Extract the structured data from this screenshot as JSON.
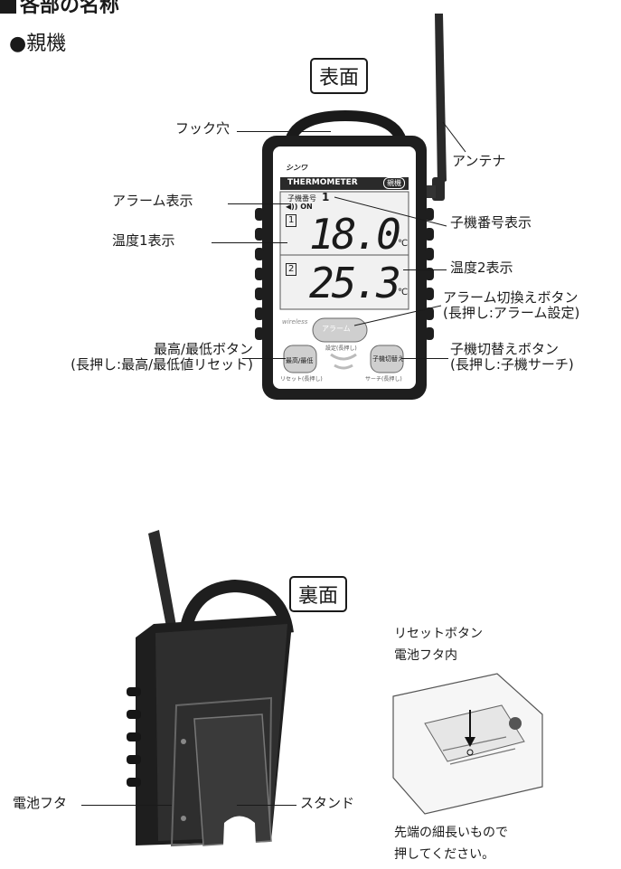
{
  "section": {
    "title": "各部の名称"
  },
  "parent_unit": {
    "title": "●親機"
  },
  "front": {
    "view_label": "表面",
    "device": {
      "brand": "シンワ",
      "model_text": "THERMOMETER",
      "badge": "親機",
      "lcd": {
        "child_label": "子機番号",
        "child_number": "1",
        "alarm_indicator": "◀)) ON",
        "ch1_tag": "1",
        "ch1_value": "18.0",
        "ch2_tag": "2",
        "ch2_value": "25.3",
        "unit": "℃"
      },
      "wireless_label": "wireless",
      "buttons": {
        "alarm": "アラーム",
        "alarm_sub": "設定(長押し)",
        "maxmin": "最高/最低",
        "maxmin_sub": "リセット(長押し)",
        "switch": "子機切替え",
        "switch_sub": "サーチ(長押し)"
      }
    },
    "labels": {
      "hook": "フック穴",
      "antenna": "アンテナ",
      "alarm_display": "アラーム表示",
      "child_number_display": "子機番号表示",
      "temp1": "温度1表示",
      "temp2": "温度2表示",
      "alarm_button_1": "アラーム切換えボタン",
      "alarm_button_2": "(長押し:アラーム設定)",
      "maxmin_button_1": "最高/最低ボタン",
      "maxmin_button_2": "(長押し:最高/最低値リセット)",
      "switch_button_1": "子機切替えボタン",
      "switch_button_2": "(長押し:子機サーチ)"
    }
  },
  "back": {
    "view_label": "裏面",
    "labels": {
      "battery_cover": "電池フタ",
      "stand": "スタンド"
    },
    "reset_note": {
      "title_1": "リセットボタン",
      "title_2": "電池フタ内",
      "caption_1": "先端の細長いもので",
      "caption_2": "押してください。"
    }
  }
}
